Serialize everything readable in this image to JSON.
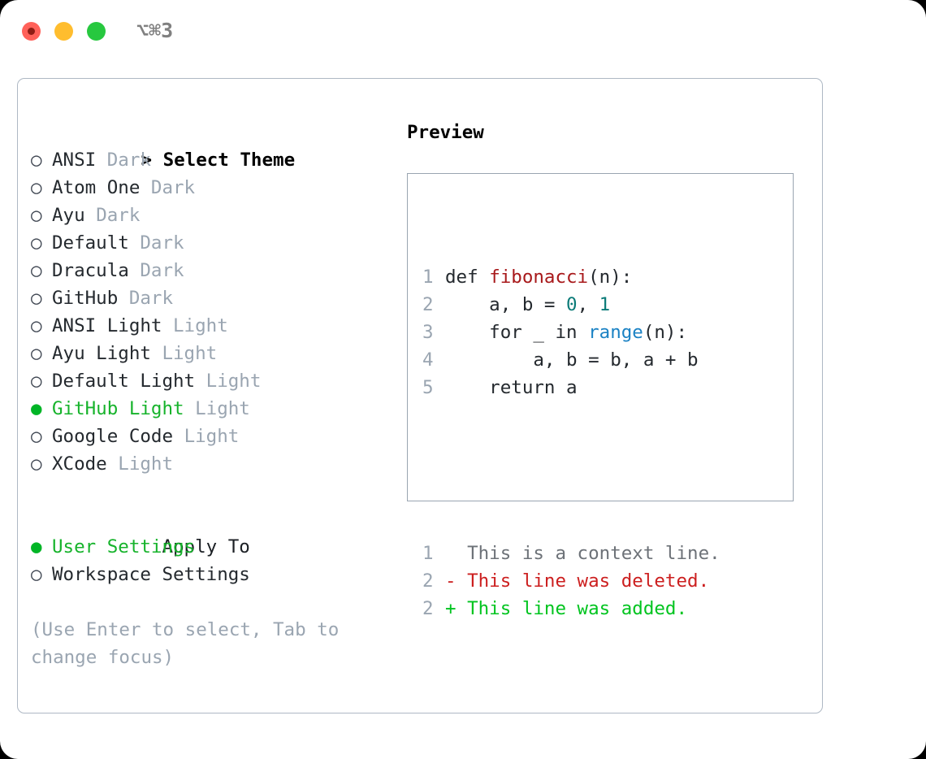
{
  "window": {
    "title": "⌥⌘3",
    "traffic_lights": [
      {
        "name": "close",
        "color": "#ff6159"
      },
      {
        "name": "minimize",
        "color": "#ffbd2e"
      },
      {
        "name": "zoom",
        "color": "#27c83f"
      }
    ]
  },
  "theme_picker": {
    "header": "Select Theme",
    "caret": ">",
    "marker_unselected": "○",
    "marker_selected": "●",
    "items": [
      {
        "name": "ANSI",
        "variant": "Dark",
        "selected": false
      },
      {
        "name": "Atom One",
        "variant": "Dark",
        "selected": false
      },
      {
        "name": "Ayu",
        "variant": "Dark",
        "selected": false
      },
      {
        "name": "Default",
        "variant": "Dark",
        "selected": false
      },
      {
        "name": "Dracula",
        "variant": "Dark",
        "selected": false
      },
      {
        "name": "GitHub",
        "variant": "Dark",
        "selected": false
      },
      {
        "name": "ANSI Light",
        "variant": "Light",
        "selected": false
      },
      {
        "name": "Ayu Light",
        "variant": "Light",
        "selected": false
      },
      {
        "name": "Default Light",
        "variant": "Light",
        "selected": false
      },
      {
        "name": "GitHub Light",
        "variant": "Light",
        "selected": true
      },
      {
        "name": "Google Code",
        "variant": "Light",
        "selected": false
      },
      {
        "name": "XCode",
        "variant": "Light",
        "selected": false
      }
    ]
  },
  "apply_to": {
    "header": "Apply To",
    "options": [
      {
        "label": "User Settings",
        "selected": true
      },
      {
        "label": "Workspace Settings",
        "selected": false
      }
    ]
  },
  "hint": "(Use Enter to select, Tab to change focus)",
  "preview": {
    "title": "Preview",
    "code_lines": [
      {
        "number": "1",
        "tokens": [
          {
            "text": "def ",
            "type": "plain"
          },
          {
            "text": "fibonacci",
            "type": "func"
          },
          {
            "text": "(n):",
            "type": "plain"
          }
        ]
      },
      {
        "number": "2",
        "tokens": [
          {
            "text": "    a, b = ",
            "type": "plain"
          },
          {
            "text": "0",
            "type": "num"
          },
          {
            "text": ", ",
            "type": "plain"
          },
          {
            "text": "1",
            "type": "num"
          }
        ]
      },
      {
        "number": "3",
        "tokens": [
          {
            "text": "    for _ in ",
            "type": "plain"
          },
          {
            "text": "range",
            "type": "call"
          },
          {
            "text": "(n):",
            "type": "plain"
          }
        ]
      },
      {
        "number": "4",
        "tokens": [
          {
            "text": "        a, b = b, a + b",
            "type": "plain"
          }
        ]
      },
      {
        "number": "5",
        "tokens": [
          {
            "text": "    return a",
            "type": "plain"
          }
        ]
      }
    ],
    "diff_lines": [
      {
        "number": "1",
        "sign": " ",
        "text": "This is a context line.",
        "kind": "ctx"
      },
      {
        "number": "2",
        "sign": "-",
        "text": "This line was deleted.",
        "kind": "del"
      },
      {
        "number": "2",
        "sign": "+",
        "text": "This line was added.",
        "kind": "add"
      }
    ]
  },
  "colors": {
    "accent_green": "#16b32b",
    "muted": "#9aa5b1",
    "border": "#aeb8c4",
    "func_red": "#a8191b",
    "number_teal": "#0b7b78",
    "call_blue": "#1b82c4",
    "diff_delete": "#cc1f1f",
    "diff_add": "#00c41f"
  }
}
